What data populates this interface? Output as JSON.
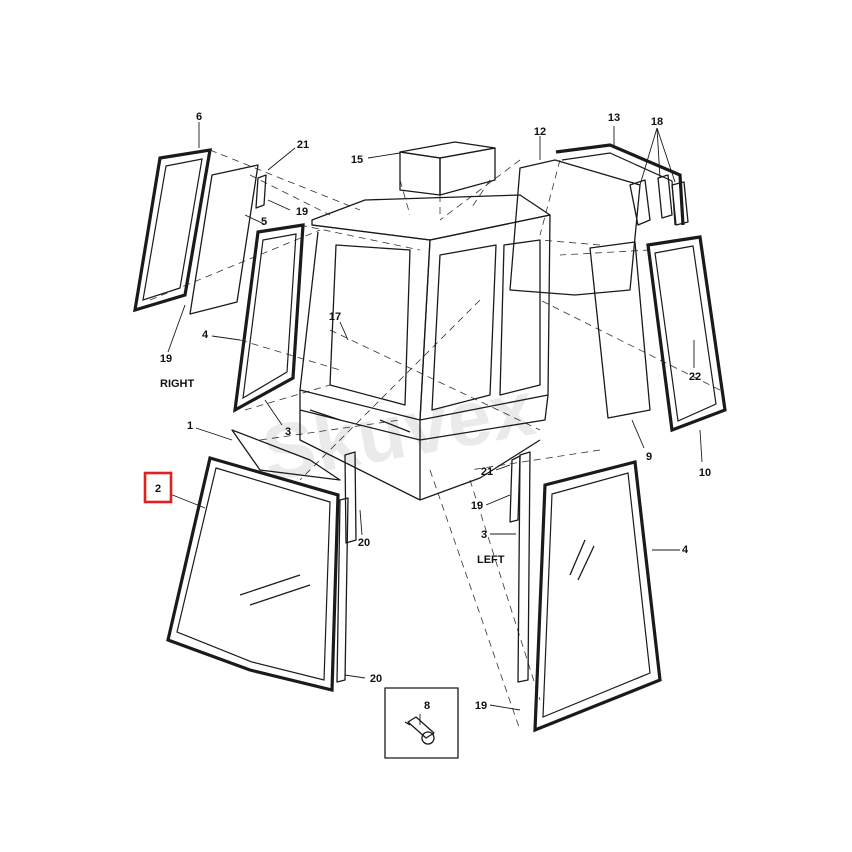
{
  "diagram": {
    "watermark": "Skuvex",
    "side_labels": {
      "right": "RIGHT",
      "left": "LEFT"
    },
    "highlight_color": "#e02020",
    "callouts": [
      {
        "id": "c6",
        "text": "6",
        "anchor": "middle"
      },
      {
        "id": "c21a",
        "text": "21",
        "anchor": "middle"
      },
      {
        "id": "c19a",
        "text": "19",
        "anchor": "middle"
      },
      {
        "id": "c5",
        "text": "5",
        "anchor": "middle"
      },
      {
        "id": "c4a",
        "text": "4",
        "anchor": "middle"
      },
      {
        "id": "c19b",
        "text": "19",
        "anchor": "middle"
      },
      {
        "id": "c15",
        "text": "15",
        "anchor": "middle"
      },
      {
        "id": "c12",
        "text": "12",
        "anchor": "middle"
      },
      {
        "id": "c13",
        "text": "13",
        "anchor": "middle"
      },
      {
        "id": "c18",
        "text": "18",
        "anchor": "middle"
      },
      {
        "id": "c17",
        "text": "17",
        "anchor": "middle"
      },
      {
        "id": "c22",
        "text": "22",
        "anchor": "middle"
      },
      {
        "id": "c1",
        "text": "1",
        "anchor": "middle"
      },
      {
        "id": "c3a",
        "text": "3",
        "anchor": "middle"
      },
      {
        "id": "c9",
        "text": "9",
        "anchor": "middle"
      },
      {
        "id": "c10",
        "text": "10",
        "anchor": "middle"
      },
      {
        "id": "c2",
        "text": "2",
        "anchor": "middle",
        "highlighted": true
      },
      {
        "id": "c21b",
        "text": "21",
        "anchor": "middle"
      },
      {
        "id": "c19c",
        "text": "19",
        "anchor": "middle"
      },
      {
        "id": "c3b",
        "text": "3",
        "anchor": "middle"
      },
      {
        "id": "c4b",
        "text": "4",
        "anchor": "middle"
      },
      {
        "id": "c20a",
        "text": "20",
        "anchor": "middle"
      },
      {
        "id": "c20b",
        "text": "20",
        "anchor": "middle"
      },
      {
        "id": "c8",
        "text": "8",
        "anchor": "middle"
      },
      {
        "id": "c19d",
        "text": "19",
        "anchor": "middle"
      }
    ]
  }
}
